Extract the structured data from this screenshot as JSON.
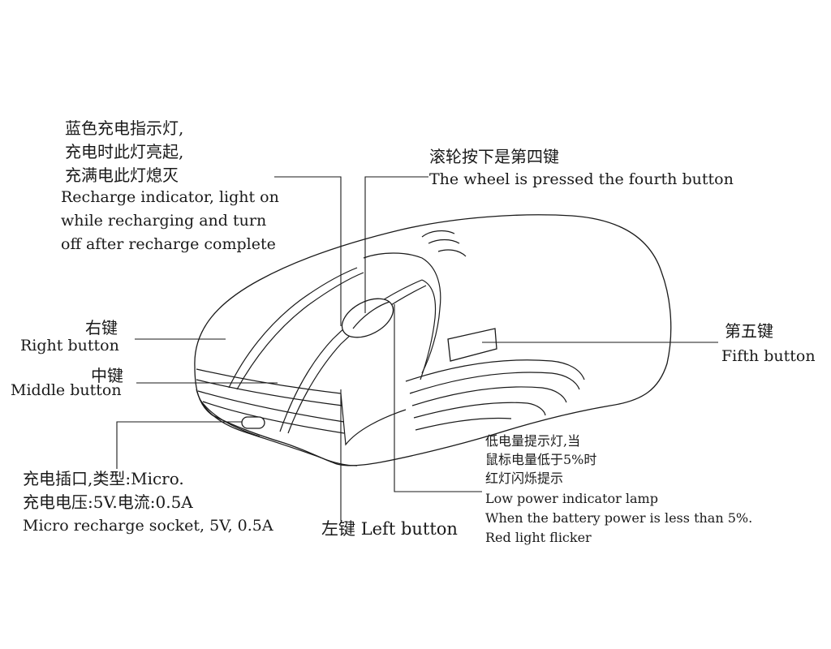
{
  "labels": {
    "recharge_indicator": {
      "zh": [
        "蓝色充电指示灯,",
        "充电时此灯亮起,",
        "充满电此灯熄灭"
      ],
      "en": [
        "Recharge indicator, light on",
        "while recharging and turn",
        "off after recharge complete"
      ]
    },
    "wheel_button": {
      "zh": "滚轮按下是第四键",
      "en": "The wheel is pressed the fourth button"
    },
    "right_button": {
      "zh": "右键",
      "en": "Right button"
    },
    "middle_button": {
      "zh": "中键",
      "en": "Middle button"
    },
    "fifth_button": {
      "zh": "第五键",
      "en": "Fifth button"
    },
    "low_power": {
      "zh": [
        "低电量提示灯,当",
        "鼠标电量低于5%时",
        "红灯闪烁提示"
      ],
      "en": [
        "Low power indicator lamp",
        "When the battery power is less than 5%.",
        "Red light flicker"
      ]
    },
    "micro_socket": {
      "zh": [
        "充电插口,类型:Micro.",
        "充电电压:5V.电流:0.5A"
      ],
      "en": "Micro recharge socket, 5V, 0.5A"
    },
    "left_button": {
      "zh": "左键",
      "en": "Left button"
    }
  },
  "colors": {
    "line": "#1a1a1a",
    "background": "#ffffff"
  }
}
